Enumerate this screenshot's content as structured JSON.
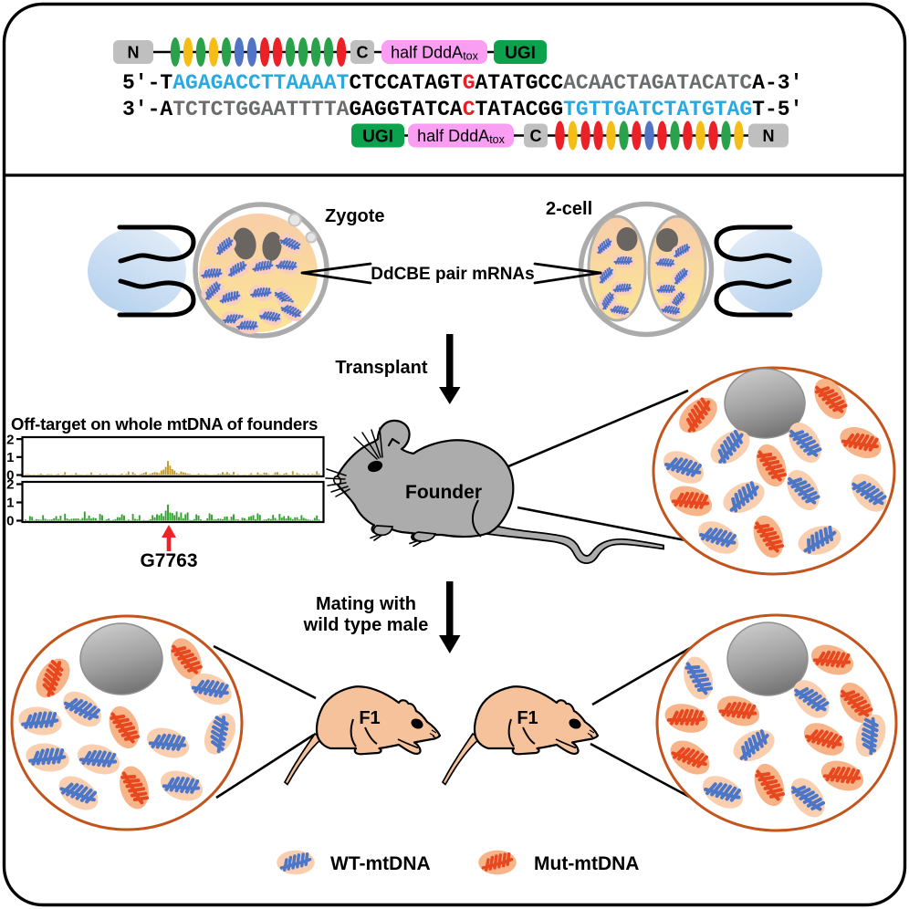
{
  "colors": {
    "tale": {
      "A": "#29A24B",
      "G": "#F5BE17",
      "C": "#5274C7",
      "T": "#EC2027"
    },
    "seq": {
      "black": "#000000",
      "blue": "#29A9E1",
      "gray": "#6A6C6E",
      "red": "#EC1C24"
    },
    "box_gray": "#BFBFBF",
    "box_pink": "#F99EF2",
    "box_green": "#0CA24D",
    "ring_gray": "#ABABAB",
    "cell_top": "#F8CFA6",
    "cell_bottom": "#FBE297",
    "blastomere_stroke": "#B0AEAC",
    "nucleus_light": "#CCCCCC",
    "nucleus_dark": "#7E7E7E",
    "pronucleus": "#6B6561",
    "embryo_mito": "#4B6FC4",
    "embryo_mito_halo": "#F8CDC0",
    "pipette_light": "#E2ECF8",
    "pipette_dark": "#B7D2EE",
    "circle_stroke": "#C2541C",
    "wt_body": "#F9CFAF",
    "wt_pattern": "#4C76C8",
    "mut_body": "#F6B488",
    "mut_pattern": "#E7481F",
    "founder_fill": "#ACACAC",
    "f1_fill": "#F6C29C",
    "chart_yellow": "#C49A26",
    "chart_green": "#2FA42D",
    "arrow_red": "#EC2427"
  },
  "construct_top": {
    "n": "N",
    "c": "C",
    "ddda": "half DddA",
    "ddda_sub": "tox",
    "ugi": "UGI",
    "repeats": [
      "A",
      "G",
      "A",
      "G",
      "A",
      "C",
      "C",
      "T",
      "T",
      "A",
      "A",
      "A",
      "A",
      "T"
    ]
  },
  "construct_bottom": {
    "n": "N",
    "c": "C",
    "ddda": "half DddA",
    "ddda_sub": "tox",
    "ugi": "UGI",
    "repeats": [
      "T",
      "G",
      "T",
      "T",
      "G",
      "A",
      "T",
      "C",
      "T",
      "A",
      "T",
      "G",
      "T",
      "A",
      "G"
    ]
  },
  "sequence": {
    "top": [
      {
        "t": "5'-T",
        "c": "black"
      },
      {
        "t": "AGAGACCTTAAAAT",
        "c": "blue"
      },
      {
        "t": "CTCCATAGT",
        "c": "black"
      },
      {
        "t": "G",
        "c": "red"
      },
      {
        "t": "ATATGCC",
        "c": "black"
      },
      {
        "t": "ACAACTAGATACATC",
        "c": "gray"
      },
      {
        "t": "A-3'",
        "c": "black"
      }
    ],
    "bottom": [
      {
        "t": "3'-A",
        "c": "black"
      },
      {
        "t": "TCTCTGGAATTTTA",
        "c": "gray"
      },
      {
        "t": "GAGGTATCA",
        "c": "black"
      },
      {
        "t": "C",
        "c": "red"
      },
      {
        "t": "TATACGG",
        "c": "black"
      },
      {
        "t": "TGTTGATCTATGTAG",
        "c": "blue"
      },
      {
        "t": "T-5'",
        "c": "black"
      }
    ]
  },
  "labels": {
    "zygote": "Zygote",
    "two_cell": "2-cell",
    "ddcbe": "DdCBE pair mRNAs",
    "transplant": "Transplant",
    "offtarget_title": "Off-target on whole mtDNA of founders",
    "g7763": "G7763",
    "founder": "Founder",
    "mating_line1": "Mating with",
    "mating_line2": "wild type male",
    "f1_left": "F1",
    "f1_right": "F1",
    "legend_wt": "WT-mtDNA",
    "legend_mut": "Mut-mtDNA"
  },
  "chart_data": [
    {
      "type": "bar",
      "title": "Off-target on whole mtDNA of founders",
      "series_name": "founder off-target editing (upper track)",
      "color_key": "chart_yellow",
      "ylim": [
        0,
        2
      ],
      "yticks": [
        0,
        1,
        2
      ],
      "values": [
        0.04,
        0.05,
        0.03,
        0.02,
        0.03,
        0.01,
        0.04,
        0.08,
        0.03,
        0.02,
        0.05,
        0.05,
        0.04,
        0.01,
        0.04,
        0.06,
        0.01,
        0.03,
        0.16,
        0.01,
        0.01,
        0.03,
        0.01,
        0.11,
        0.04,
        0.03,
        0.03,
        0.02,
        0.04,
        0.04,
        0.14,
        0.03,
        0.01,
        0.02,
        0.07,
        0.02,
        0.04,
        0.06,
        0.02,
        0.04,
        0.04,
        0.04,
        0.01,
        0.04,
        0.08,
        0.01,
        0.06,
        0.2,
        0.02,
        0.16,
        0.06,
        0.01,
        0.04,
        0.06,
        0.12,
        0.16,
        0.04,
        0.06,
        0.12,
        0.16,
        0.14,
        0.1,
        0.25,
        0.3,
        0.45,
        0.78,
        0.52,
        0.33,
        0.25,
        0.12,
        0.06,
        0.2,
        0.15,
        0.12,
        0.08,
        0.06,
        0.03,
        0.03,
        0.03,
        0.08,
        0.03,
        0.03,
        0.05,
        0.04,
        0.03,
        0.01,
        0.04,
        0.03,
        0.07,
        0.06,
        0.16,
        0.06,
        0.17,
        0.07,
        0.04,
        0.18,
        0.01,
        0.05,
        0.01,
        0.02,
        0.03,
        0.01,
        0.04,
        0.1,
        0.02,
        0.02,
        0.14,
        0.05,
        0.04,
        0.14,
        0.12,
        0.05,
        0.01,
        0.04,
        0.15,
        0.17,
        0.05,
        0.02,
        0.07,
        0.12,
        0.04,
        0.02,
        0.22,
        0.02,
        0.11,
        0.05,
        0.02,
        0.06,
        0.01,
        0.06,
        0.02,
        0.06,
        0.04,
        0.21,
        0.07
      ]
    },
    {
      "type": "bar",
      "title": "Off-target on whole mtDNA of founders",
      "series_name": "founder off-target editing (lower track)",
      "color_key": "chart_green",
      "ylim": [
        0,
        2
      ],
      "yticks": [
        0,
        1,
        2
      ],
      "annotation": {
        "text": "G7763",
        "at_fraction": 0.455
      },
      "values": [
        0.06,
        0.02,
        0.25,
        0.21,
        0.04,
        0.08,
        0.07,
        0.05,
        0.3,
        0.1,
        0.05,
        0.06,
        0.07,
        0.13,
        0.25,
        0.09,
        0.27,
        0.02,
        0.38,
        0.12,
        0.06,
        0.1,
        0.11,
        0.11,
        0.12,
        0.05,
        0.15,
        0.5,
        0.11,
        0.28,
        0.11,
        0.16,
        0.14,
        0.02,
        0.37,
        0.3,
        0.02,
        0.07,
        0.11,
        0.02,
        0.04,
        0.08,
        0.19,
        0.18,
        0.35,
        0.28,
        0.02,
        0.06,
        0.02,
        0.37,
        0.1,
        0.07,
        0.3,
        0.02,
        0.04,
        0.02,
        0.03,
        0.08,
        0.3,
        0.18,
        0.35,
        0.3,
        0.4,
        0.25,
        0.55,
        0.88,
        0.45,
        0.42,
        0.3,
        0.5,
        0.2,
        0.45,
        0.13,
        0.35,
        0.45,
        0.04,
        0.03,
        0.09,
        0.35,
        0.28,
        0.07,
        0.02,
        0.02,
        0.13,
        0.4,
        0.33,
        0.07,
        0.07,
        0.11,
        0.1,
        0.08,
        0.22,
        0.23,
        0.04,
        0.22,
        0.35,
        0.06,
        0.07,
        0.02,
        0.16,
        0.14,
        0.05,
        0.21,
        0.25,
        0.3,
        0.08,
        0.4,
        0.31,
        0.02,
        0.06,
        0.06,
        0.13,
        0.09,
        0.32,
        0.15,
        0.04,
        0.37,
        0.16,
        0.25,
        0.12,
        0.26,
        0.16,
        0.08,
        0.18,
        0.19,
        0.06,
        0.3,
        0.15,
        0.1,
        0.07,
        0.04,
        0.04,
        0.15,
        0.28,
        0.07
      ]
    }
  ],
  "cells": {
    "founder": {
      "nucleus": [
        838,
        442,
        44,
        38
      ],
      "mitos": [
        [
          765,
          455,
          -40,
          "mut"
        ],
        [
          910,
          437,
          60,
          "mut"
        ],
        [
          800,
          490,
          -35,
          "wt"
        ],
        [
          882,
          485,
          60,
          "wt"
        ],
        [
          943,
          485,
          25,
          "mut"
        ],
        [
          749,
          512,
          30,
          "wt"
        ],
        [
          845,
          510,
          70,
          "mut"
        ],
        [
          815,
          545,
          -25,
          "wt"
        ],
        [
          880,
          537,
          60,
          "wt"
        ],
        [
          952,
          540,
          50,
          "wt"
        ],
        [
          757,
          549,
          20,
          "mut"
        ],
        [
          787,
          589,
          30,
          "wt"
        ],
        [
          842,
          588,
          70,
          "mut"
        ],
        [
          898,
          592,
          -15,
          "wt"
        ]
      ]
    },
    "f1_left": {
      "nucleus": [
        133,
        722,
        45,
        39
      ],
      "mitos": [
        [
          58,
          743,
          -55,
          "mut"
        ],
        [
          204,
          722,
          65,
          "mut"
        ],
        [
          231,
          755,
          25,
          "wt"
        ],
        [
          90,
          777,
          40,
          "wt"
        ],
        [
          44,
          790,
          10,
          "wt"
        ],
        [
          136,
          797,
          70,
          "mut"
        ],
        [
          184,
          814,
          20,
          "wt"
        ],
        [
          241,
          804,
          -65,
          "wt"
        ],
        [
          52,
          830,
          10,
          "wt"
        ],
        [
          108,
          832,
          20,
          "wt"
        ],
        [
          147,
          863,
          75,
          "mut"
        ],
        [
          199,
          861,
          20,
          "wt"
        ],
        [
          86,
          869,
          35,
          "wt"
        ]
      ]
    },
    "f1_right": {
      "nucleus": [
        841,
        722,
        44,
        40
      ],
      "mitos": [
        [
          765,
          743,
          75,
          "wt"
        ],
        [
          912,
          723,
          20,
          "mut"
        ],
        [
          889,
          766,
          50,
          "wt"
        ],
        [
          938,
          770,
          60,
          "mut"
        ],
        [
          809,
          779,
          20,
          "mut"
        ],
        [
          752,
          787,
          15,
          "mut"
        ],
        [
          826,
          817,
          -25,
          "wt"
        ],
        [
          903,
          810,
          30,
          "mut"
        ],
        [
          954,
          806,
          -70,
          "wt"
        ],
        [
          756,
          830,
          35,
          "mut"
        ],
        [
          792,
          868,
          30,
          "wt"
        ],
        [
          843,
          860,
          70,
          "mut"
        ],
        [
          885,
          874,
          55,
          "wt"
        ],
        [
          923,
          850,
          20,
          "mut"
        ]
      ]
    }
  },
  "embryos": {
    "zygote": [
      [
        246,
        270,
        -25
      ],
      [
        318,
        267,
        40
      ],
      [
        232,
        300,
        10
      ],
      [
        260,
        295,
        -15
      ],
      [
        288,
        292,
        5
      ],
      [
        314,
        291,
        20
      ],
      [
        233,
        319,
        -30
      ],
      [
        252,
        326,
        0
      ],
      [
        286,
        321,
        10
      ],
      [
        311,
        327,
        55
      ],
      [
        256,
        350,
        15
      ],
      [
        296,
        347,
        25
      ],
      [
        319,
        341,
        40
      ],
      [
        271,
        357,
        15
      ]
    ],
    "two_cell": [
      [
        662,
        270,
        -25
      ],
      [
        683,
        286,
        15
      ],
      [
        664,
        302,
        -30
      ],
      [
        682,
        316,
        10
      ],
      [
        666,
        330,
        -40
      ],
      [
        679,
        340,
        25
      ],
      [
        747,
        275,
        -15
      ],
      [
        729,
        288,
        20
      ],
      [
        746,
        303,
        -30
      ],
      [
        730,
        317,
        15
      ],
      [
        743,
        329,
        -35
      ],
      [
        735,
        340,
        25
      ]
    ]
  }
}
